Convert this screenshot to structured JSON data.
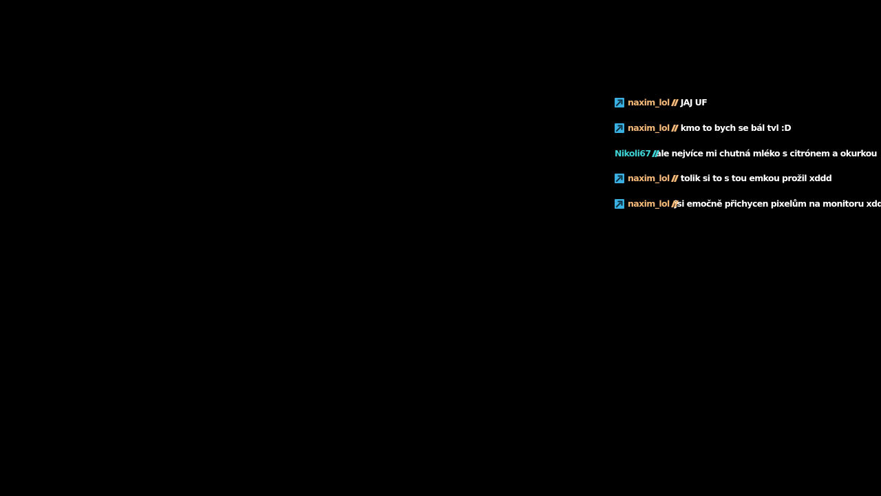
{
  "colors": {
    "background": "#000000",
    "badge": "#3ab0e2",
    "badge_glyph": "#0a2a3a",
    "default_user": "#f5b97a",
    "message_text": "#ffffff"
  },
  "chat": {
    "messages": [
      {
        "badge": "subscriber-badge-icon",
        "username": "naxim_lol",
        "user_color": "#f5b97a",
        "text": "JAJ UF"
      },
      {
        "badge": "subscriber-badge-icon",
        "username": "naxim_lol",
        "user_color": "#f5b97a",
        "text": "kmo to bych se bál tvl :D"
      },
      {
        "badge": null,
        "username": "Nikoli67",
        "user_color": "#3fd3d6",
        "text": "ale nejvíce mi chutná mléko s citrónem a okurkou"
      },
      {
        "badge": "subscriber-badge-icon",
        "username": "naxim_lol",
        "user_color": "#f5b97a",
        "text": "tolik si to s tou emkou prožil xddd"
      },
      {
        "badge": "subscriber-badge-icon",
        "username": "naxim_lol",
        "user_color": "#f5b97a",
        "text": "jsi emočně přichycen pixelům na monitoru xdd"
      }
    ]
  }
}
